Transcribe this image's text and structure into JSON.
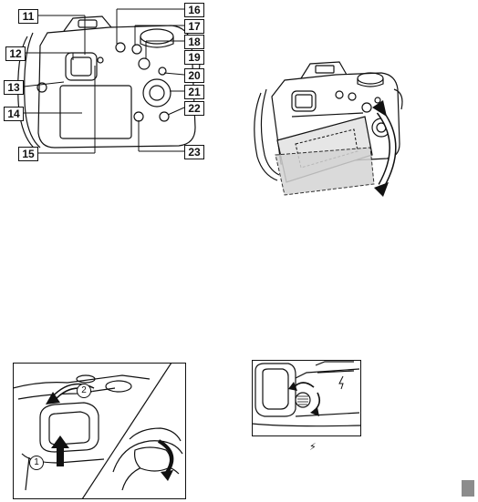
{
  "callouts": {
    "c11": "11",
    "c12": "12",
    "c13": "13",
    "c14": "14",
    "c15": "15",
    "c16": "16",
    "c17": "17",
    "c18": "18",
    "c19": "19",
    "c20": "20",
    "c21": "21",
    "c22": "22",
    "c23": "23"
  },
  "step_markers": {
    "step1": "1",
    "step2": "2"
  },
  "caption_glyph": "⚡",
  "colors": {
    "ink": "#111111",
    "panel_fill": "#e6e6e6",
    "tab_gray": "#8c8c8c"
  }
}
